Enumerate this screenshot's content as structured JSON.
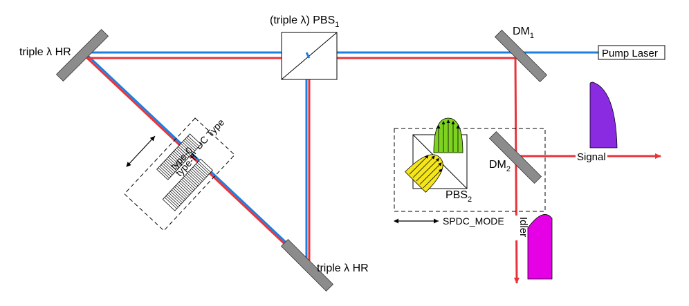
{
  "labels": {
    "hr_top_left": "triple λ HR",
    "hr_bottom": "triple λ HR",
    "pbs1": "(triple λ) PBS",
    "pbs1_sub": "1",
    "dm1": "DM",
    "dm1_sub": "1",
    "dm2": "DM",
    "dm2_sub": "2",
    "pbs2": "PBS",
    "pbs2_sub": "2",
    "pump": "Pump Laser",
    "spdc_type": "SPDC Type",
    "type0": "type-0",
    "type2": "type-II",
    "spdc_mode": "SPDC_MODE",
    "signal": "Signal",
    "idler": "Idler"
  },
  "colors": {
    "pump_beam": "#1a7fe0",
    "red_beam": "#e8333a",
    "mirror": "#8c8c8c",
    "signal_detector": "#8a2be2",
    "idler_detector": "#e600e6",
    "pbs2_green": "#7ed321",
    "pbs2_yellow": "#f5e51b"
  }
}
